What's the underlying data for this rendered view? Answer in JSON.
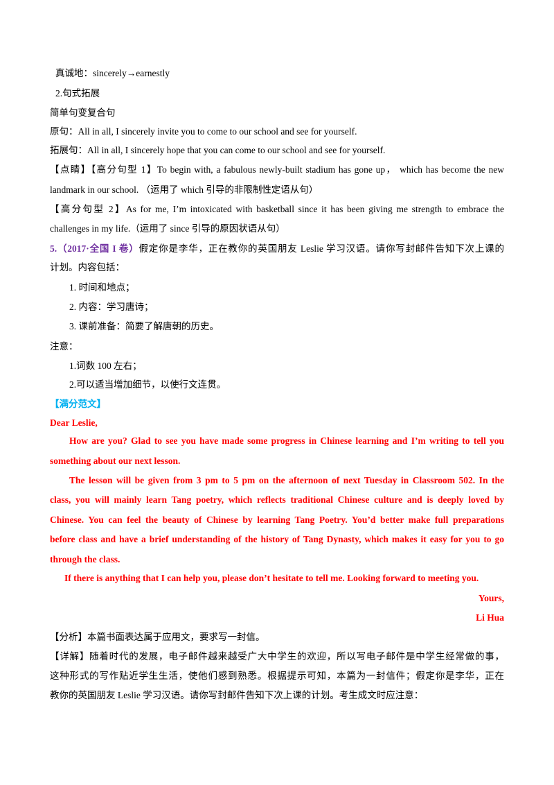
{
  "lines": [
    {
      "id": "l1",
      "text": "真诚地：sincerely→earnestly"
    },
    {
      "id": "l2",
      "text": "2.句式拓展"
    },
    {
      "id": "l3",
      "text": "简单句变复合句"
    },
    {
      "id": "l4",
      "text": "原句：All in all, I sincerely invite you to come to our school and see for yourself."
    },
    {
      "id": "l5",
      "text": "拓展句：All in all, I sincerely hope that you can come to our school and see for yourself."
    },
    {
      "id": "l6",
      "text": "【点睛】【高分句型 1】To begin with, a fabulous newly-built stadium has gone up， which has become the new"
    },
    {
      "id": "l7",
      "text": "landmark in our school. （运用了 which 引导的非限制性定语从句）"
    },
    {
      "id": "l8",
      "text": "【高分句型 2】As for me, I’m intoxicated with basketball since it has been giving me strength to embrace the"
    },
    {
      "id": "l9",
      "text": "challenges in my life.（运用了 since 引导的原因状语从句）"
    },
    {
      "id": "l10",
      "text": "计划。内容包括："
    },
    {
      "id": "l11",
      "text": "1. 时间和地点；"
    },
    {
      "id": "l12",
      "text": "2. 内容：学习唐诗；"
    },
    {
      "id": "l13",
      "text": "3. 课前准备：简要了解唐朝的历史。"
    },
    {
      "id": "l14",
      "text": "注意："
    },
    {
      "id": "l15",
      "text": "1.词数 100 左右；"
    },
    {
      "id": "l16",
      "text": "2.可以适当增加细节，以使行文连贯。"
    },
    {
      "id": "l17",
      "text": "【满分范文】"
    },
    {
      "id": "l18",
      "text": "Dear Leslie,"
    },
    {
      "id": "l19",
      "text": "How are you? Glad to see you have made some progress in Chinese learning and I’m writing to tell you"
    },
    {
      "id": "l20",
      "text": "something about our next lesson."
    },
    {
      "id": "l21",
      "text": "The lesson will be given from 3 pm to 5 pm on the afternoon of next Tuesday in Classroom 502. In the"
    },
    {
      "id": "l22",
      "text": "class, you will mainly learn Tang poetry, which reflects traditional Chinese culture and is deeply loved by"
    },
    {
      "id": "l23",
      "text": "Chinese. You can feel the beauty of Chinese by learning Tang Poetry. You’d better make full preparations"
    },
    {
      "id": "l24",
      "text": "before class and have a brief understanding of the history of Tang Dynasty, which makes it easy for you to go"
    },
    {
      "id": "l25",
      "text": "through the class."
    },
    {
      "id": "l26",
      "text": "If there is anything that I can help you, please don’t hesitate to tell me. Looking forward to meeting you."
    },
    {
      "id": "l27",
      "text": "Yours,"
    },
    {
      "id": "l28",
      "text": "Li Hua"
    },
    {
      "id": "l29",
      "text": "【分析】本篇书面表达属于应用文，要求写一封信。"
    },
    {
      "id": "l30",
      "text": "【详解】随着时代的发展，电子邮件越来越受广大中学生的欢迎，所以写电子邮件是中学生经常做的事，"
    },
    {
      "id": "l31",
      "text": "这种形式的写作贴近学生生活，使他们感到熟悉。根据提示可知，本篇为一封信件；假定你是李华，正在"
    },
    {
      "id": "l32",
      "text": "教你的英国朋友 Leslie 学习汉语。请你写封邮件告知下次上课的计划。考生成文时应注意："
    }
  ],
  "question": {
    "source": "5.（2017·全国 I 卷）",
    "prompt": "假定你是李华，正在教你的英国朋友 Leslie 学习汉语。请你写封邮件告知下次上课的"
  }
}
